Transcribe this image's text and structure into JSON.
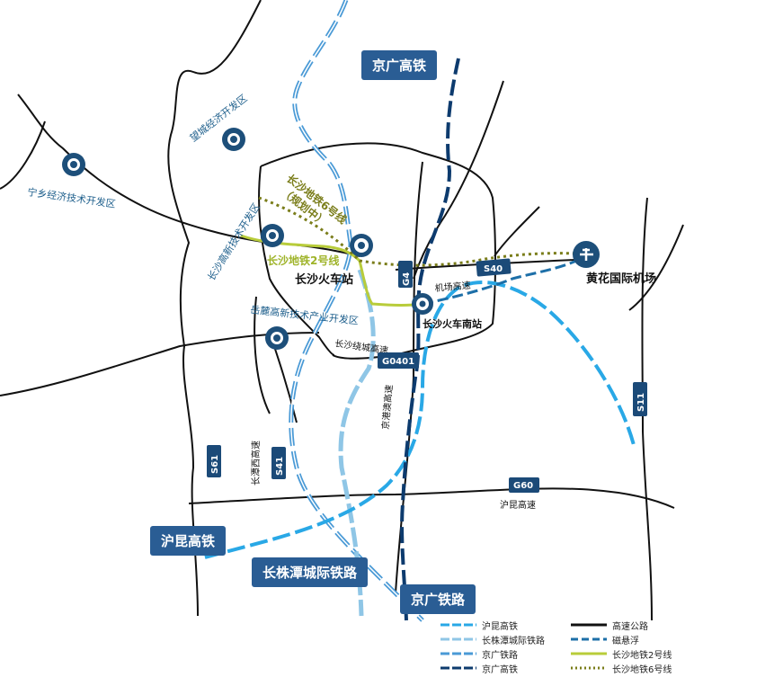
{
  "labels": {
    "jingguang_hsr": "京广高铁",
    "huning_hsr": "沪昆高铁",
    "czt": "长株潭城际铁路",
    "jingguang_rail": "京广铁路",
    "wangcheng": "望城经济开发区",
    "ningxiang": "宁乡经济技术开发区",
    "changsha_hitech": "长沙高新技术开发区",
    "yuelu": "岳麓高新技术产业开发区",
    "cs_station": "长沙火车站",
    "cs_south": "长沙火车南站",
    "airport": "黄花国际机场",
    "metro6": "长沙地铁6号线",
    "planned": "（规划中）",
    "metro2_label": "长沙地铁2号线",
    "airport_expy": "机场高速",
    "ring_expy": "长沙绕城高速",
    "changtan_w": "长潭西高速",
    "tanghua": "京港澳高速",
    "hukun_expy": "沪昆高速"
  },
  "shields": [
    "G4",
    "S40",
    "G0401",
    "S11",
    "S61",
    "S41",
    "G60"
  ],
  "legend": [
    {
      "label": "沪昆高铁",
      "style": "hukun"
    },
    {
      "label": "高速公路",
      "style": "expy"
    },
    {
      "label": "长株潭城际铁路",
      "style": "czt"
    },
    {
      "label": "磁悬浮",
      "style": "maglev"
    },
    {
      "label": "京广铁路",
      "style": "jgrail"
    },
    {
      "label": "长沙地铁2号线",
      "style": "m2"
    },
    {
      "label": "京广高铁",
      "style": "jghsr"
    },
    {
      "label": "长沙地铁6号线",
      "style": "m6"
    }
  ],
  "colors": {
    "hukun": "#29a8e6",
    "czt": "#8fc6e6",
    "jgrail": "#4a9ad6",
    "jghsr": "#0d3b6e",
    "expy": "#111111",
    "maglev": "#1d6fa8",
    "m2": "#b8cc3a",
    "m6": "#7a7d1a"
  }
}
